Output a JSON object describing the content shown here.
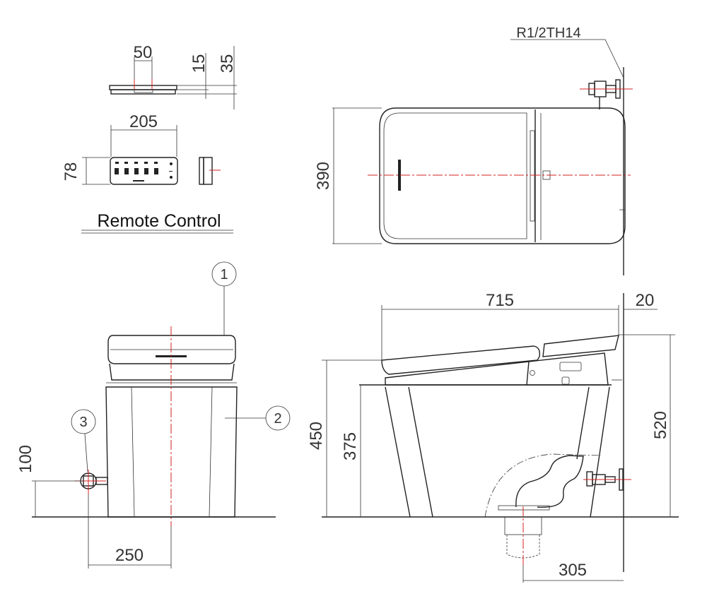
{
  "remote": {
    "title": "Remote Control",
    "dim_width_top": "50",
    "dim_thickness_1": "15",
    "dim_thickness_2": "35",
    "dim_width": "205",
    "dim_height": "78"
  },
  "top_view": {
    "dim_depth": "390",
    "inlet_label": "R1/2TH14"
  },
  "front_view": {
    "dim_inlet_height": "100",
    "dim_inlet_offset": "250",
    "callouts": [
      "1",
      "2",
      "3"
    ]
  },
  "side_view": {
    "dim_length": "715",
    "dim_wall_gap": "20",
    "dim_height_seat": "450",
    "dim_height_rim": "375",
    "dim_height_total": "520",
    "dim_outlet": "305"
  },
  "colors": {
    "line": "#222222",
    "centerline": "#d42020"
  }
}
